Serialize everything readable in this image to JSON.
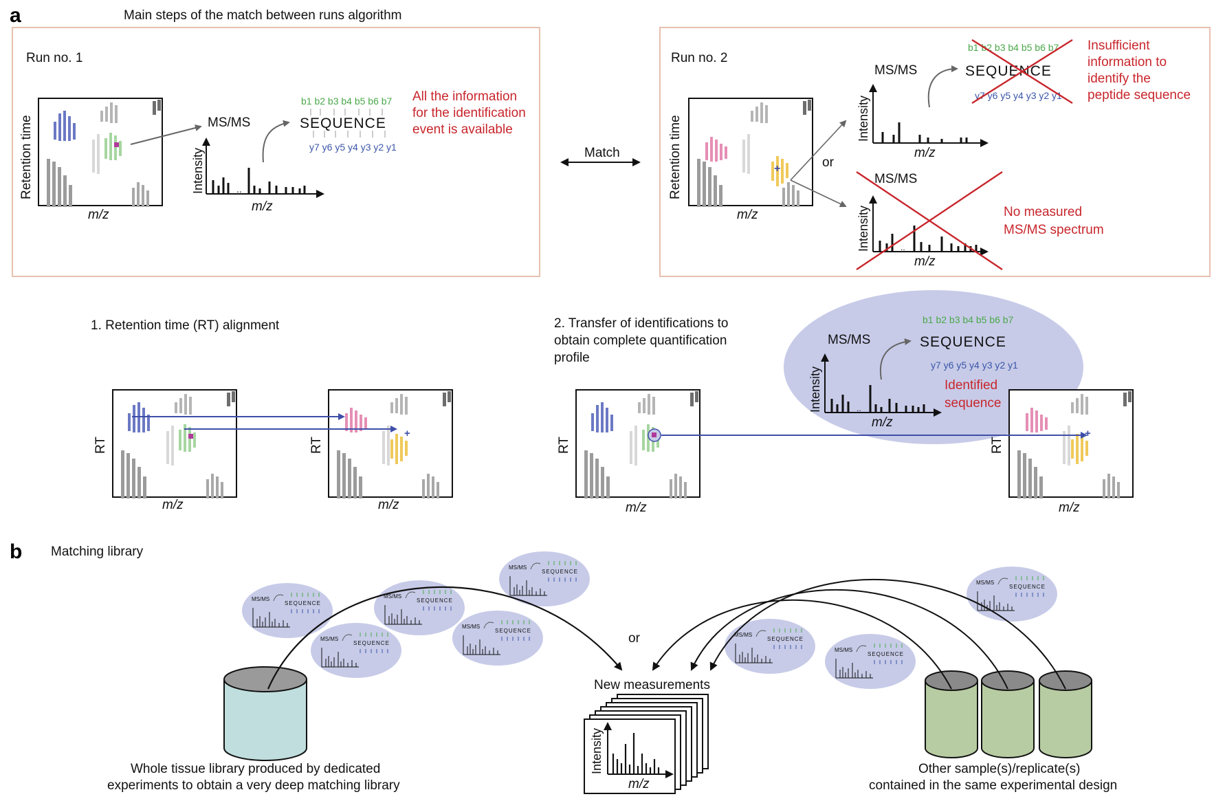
{
  "panel_a": {
    "letter": "a",
    "title": "Main steps of the match between runs algorithm",
    "run1": {
      "label": "Run no. 1",
      "ylabel": "Retention time",
      "xlabel": "m/z",
      "msms": "MS/MS",
      "intensity": "Intensity",
      "spec_xlabel": "m/z",
      "info_lines": [
        "All the information",
        "for the identification",
        "event is available"
      ]
    },
    "match_label": "Match",
    "run2": {
      "label": "Run no. 2",
      "ylabel": "Retention time",
      "xlabel": "m/z",
      "or_label": "or",
      "upper_msms": "MS/MS",
      "upper_intensity": "Intensity",
      "upper_xlabel": "m/z",
      "insufficient_lines": [
        "Insufficient",
        "information to",
        "identify the",
        "peptide sequence"
      ],
      "lower_msms": "MS/MS",
      "lower_intensity": "Intensity",
      "lower_xlabel": "m/z",
      "no_msms_lines": [
        "No measured",
        "MS/MS spectrum"
      ]
    },
    "sequence": "SEQUENCE",
    "b_ions": "b1 b2 b3 b4 b5 b6 b7",
    "y_ions": "y7 y6 y5 y4 y3 y2 y1",
    "step1": {
      "title": "1. Retention time (RT) alignment",
      "ylabel_left": "RT",
      "xlabel_left": "m/z",
      "ylabel_right": "RT",
      "xlabel_right": "m/z"
    },
    "step2": {
      "title_lines": [
        "2. Transfer of identifications to",
        "obtain complete quantification",
        "profile"
      ],
      "ylabel_left": "RT",
      "xlabel_left": "m/z",
      "ylabel_right": "RT",
      "xlabel_right": "m/z",
      "msms": "MS/MS",
      "intensity": "Intensity",
      "spec_xlabel": "m/z",
      "identified_lines": [
        "Identified",
        "sequence"
      ]
    }
  },
  "panel_b": {
    "letter": "b",
    "title": "Matching library",
    "or_label": "or",
    "new_measurements": "New measurements",
    "stack_ylabel": "Intensity",
    "stack_xlabel": "m/z",
    "mini_msms": "MS/MS",
    "mini_seq": "SEQUENCE",
    "left_caption": [
      "Whole tissue library produced by dedicated",
      "experiments to obtain a very deep matching library"
    ],
    "right_caption": [
      "Other sample(s)/replicate(s)",
      "contained in the same experimental design"
    ]
  },
  "colors": {
    "frame": "#e8bfae",
    "red": "#c8262c",
    "blue_arrow": "#3e4ea8",
    "ellipse": "#c7cbe8",
    "b_ion": "#4aa84a",
    "y_ion": "#3b55a8",
    "blue_peak": "#6b79c4",
    "green_peak": "#a6d6a0",
    "pink_peak": "#e58fb5",
    "yellow_peak": "#f0c95a",
    "gray_peak": "#a0a0a0",
    "left_cylinder": "#bfdedd",
    "right_cylinder": "#b7cca2"
  }
}
